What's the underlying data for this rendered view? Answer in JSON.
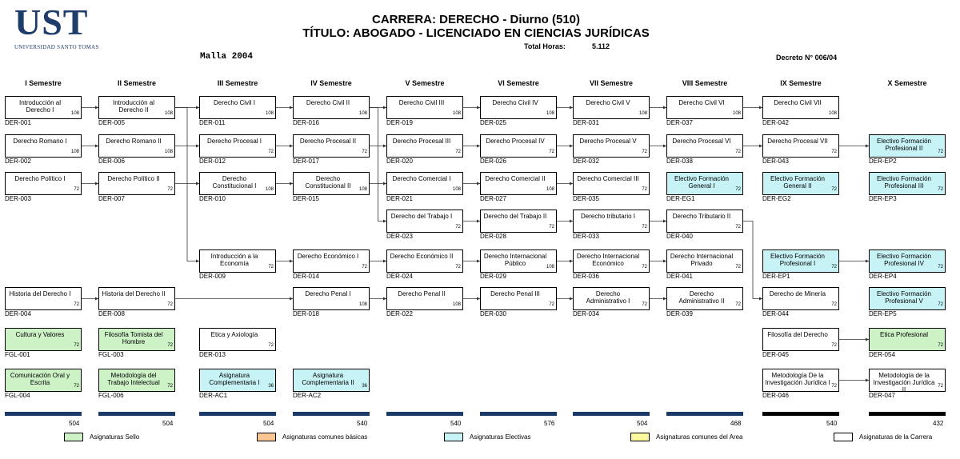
{
  "header": {
    "logo": "UST",
    "logo_sub": "UNIVERSIDAD SANTO TOMAS",
    "title": "CARRERA: DERECHO  - Diurno (510)",
    "subtitle": "TÍTULO: ABOGADO - LICENCIADO EN CIENCIAS JURÍDICAS",
    "total_hours_label": "Total Horas:",
    "total_hours_value": "5.112",
    "malla": "Malla  2004",
    "decreto": "Decreto N° 006/04"
  },
  "semesters": [
    "I Semestre",
    "II Semestre",
    "III Semestre",
    "IV Semestre",
    "V Semestre",
    "VI Semestre",
    "VII Semestre",
    "VIII Semestre",
    "IX Semestre",
    "X Semestre"
  ],
  "colors": {
    "sello": "#ccf2c6",
    "electiva": "#c8f3f6",
    "basicas": "#f9c592",
    "area": "#fbfa9e",
    "carrera": "#ffffff",
    "bar": "#1b3a67"
  },
  "courses": [
    {
      "name": "Introducción al Derecho I",
      "hours": "108",
      "code": "DER-001",
      "cat": "carrera",
      "col": 0,
      "row": 0
    },
    {
      "name": "Derecho Romano I",
      "hours": "108",
      "code": "DER-002",
      "cat": "carrera",
      "col": 0,
      "row": 1
    },
    {
      "name": "Derecho Político I",
      "hours": "72",
      "code": "DER-003",
      "cat": "carrera",
      "col": 0,
      "row": 2
    },
    {
      "name": "Historia del Derecho I",
      "hours": "72",
      "code": "DER-004",
      "cat": "carrera",
      "col": 0,
      "row": 5
    },
    {
      "name": "Cultura y Valores",
      "hours": "72",
      "code": "FGL-001",
      "cat": "sello",
      "col": 0,
      "row": 6
    },
    {
      "name": "Comunicación Oral y Escrita",
      "hours": "72",
      "code": "FGL-004",
      "cat": "sello",
      "col": 0,
      "row": 7
    },
    {
      "name": "Introducción al Derecho II",
      "hours": "108",
      "code": "DER-005",
      "cat": "carrera",
      "col": 1,
      "row": 0
    },
    {
      "name": "Derecho Romano II",
      "hours": "108",
      "code": "DER-006",
      "cat": "carrera",
      "col": 1,
      "row": 1
    },
    {
      "name": "Derecho Político II",
      "hours": "72",
      "code": "DER-007",
      "cat": "carrera",
      "col": 1,
      "row": 2
    },
    {
      "name": "Historia del Derecho II",
      "hours": "72",
      "code": "DER-008",
      "cat": "carrera",
      "col": 1,
      "row": 5
    },
    {
      "name": "Filosofía Tomista del Hombre",
      "hours": "72",
      "code": "FGL-003",
      "cat": "sello",
      "col": 1,
      "row": 6
    },
    {
      "name": "Metodología del Trabajo Intelectual",
      "hours": "72",
      "code": "FGL-006",
      "cat": "sello",
      "col": 1,
      "row": 7
    },
    {
      "name": "Derecho Civil I",
      "hours": "108",
      "code": "DER-011",
      "cat": "carrera",
      "col": 2,
      "row": 0
    },
    {
      "name": "Derecho Procesal I",
      "hours": "72",
      "code": "DER-012",
      "cat": "carrera",
      "col": 2,
      "row": 1
    },
    {
      "name": "Derecho Constitucional I",
      "hours": "108",
      "code": "DER-010",
      "cat": "carrera",
      "col": 2,
      "row": 2
    },
    {
      "name": "Introducción a la Economía",
      "hours": "72",
      "code": "DER-009",
      "cat": "carrera",
      "col": 2,
      "row": 4
    },
    {
      "name": "Etica y Axiología",
      "hours": "72",
      "code": "DER-013",
      "cat": "carrera",
      "col": 2,
      "row": 6
    },
    {
      "name": "Asignatura Complementaria I",
      "hours": "36",
      "code": "DER-AC1",
      "cat": "electiva",
      "col": 2,
      "row": 7
    },
    {
      "name": "Derecho Civil II",
      "hours": "108",
      "code": "DER-016",
      "cat": "carrera",
      "col": 3,
      "row": 0
    },
    {
      "name": "Derecho Procesal II",
      "hours": "72",
      "code": "DER-017",
      "cat": "carrera",
      "col": 3,
      "row": 1
    },
    {
      "name": "Derecho Constitucional II",
      "hours": "108",
      "code": "DER-015",
      "cat": "carrera",
      "col": 3,
      "row": 2
    },
    {
      "name": "Derecho Económico I",
      "hours": "72",
      "code": "DER-014",
      "cat": "carrera",
      "col": 3,
      "row": 4
    },
    {
      "name": "Derecho Penal I",
      "hours": "108",
      "code": "DER-018",
      "cat": "carrera",
      "col": 3,
      "row": 5
    },
    {
      "name": "Asignatura Complementaria II",
      "hours": "36",
      "code": "DER-AC2",
      "cat": "electiva",
      "col": 3,
      "row": 7
    },
    {
      "name": "Derecho Civil III",
      "hours": "108",
      "code": "DER-019",
      "cat": "carrera",
      "col": 4,
      "row": 0
    },
    {
      "name": "Derecho Procesal III",
      "hours": "72",
      "code": "DER-020",
      "cat": "carrera",
      "col": 4,
      "row": 1
    },
    {
      "name": "Derecho Comercial I",
      "hours": "108",
      "code": "DER-021",
      "cat": "carrera",
      "col": 4,
      "row": 2
    },
    {
      "name": "Derecho del Trabajo I",
      "hours": "72",
      "code": "DER-023",
      "cat": "carrera",
      "col": 4,
      "row": 3
    },
    {
      "name": "Derecho Económico II",
      "hours": "72",
      "code": "DER-024",
      "cat": "carrera",
      "col": 4,
      "row": 4
    },
    {
      "name": "Derecho Penal II",
      "hours": "108",
      "code": "DER-022",
      "cat": "carrera",
      "col": 4,
      "row": 5
    },
    {
      "name": "Derecho Civil IV",
      "hours": "108",
      "code": "DER-025",
      "cat": "carrera",
      "col": 5,
      "row": 0
    },
    {
      "name": "Derecho Procesal IV",
      "hours": "72",
      "code": "DER-026",
      "cat": "carrera",
      "col": 5,
      "row": 1
    },
    {
      "name": "Derecho Comercial II",
      "hours": "108",
      "code": "DER-027",
      "cat": "carrera",
      "col": 5,
      "row": 2
    },
    {
      "name": "Derecho del Trabajo II",
      "hours": "72",
      "code": "DER-028",
      "cat": "carrera",
      "col": 5,
      "row": 3
    },
    {
      "name": "Derecho Internacional Público",
      "hours": "108",
      "code": "DER-029",
      "cat": "carrera",
      "col": 5,
      "row": 4
    },
    {
      "name": "Derecho Penal III",
      "hours": "72",
      "code": "DER-030",
      "cat": "carrera",
      "col": 5,
      "row": 5
    },
    {
      "name": "Derecho Civil V",
      "hours": "108",
      "code": "DER-031",
      "cat": "carrera",
      "col": 6,
      "row": 0
    },
    {
      "name": "Derecho Procesal V",
      "hours": "72",
      "code": "DER-032",
      "cat": "carrera",
      "col": 6,
      "row": 1
    },
    {
      "name": "Derecho Comercial III",
      "hours": "72",
      "code": "DER-035",
      "cat": "carrera",
      "col": 6,
      "row": 2
    },
    {
      "name": "Derecho tributario I",
      "hours": "72",
      "code": "DER-033",
      "cat": "carrera",
      "col": 6,
      "row": 3
    },
    {
      "name": "Derecho Internacional Económico",
      "hours": "72",
      "code": "DER-036",
      "cat": "carrera",
      "col": 6,
      "row": 4
    },
    {
      "name": "Derecho Administrativo I",
      "hours": "72",
      "code": "DER-034",
      "cat": "carrera",
      "col": 6,
      "row": 5
    },
    {
      "name": "Derecho Civil VI",
      "hours": "108",
      "code": "DER-037",
      "cat": "carrera",
      "col": 7,
      "row": 0
    },
    {
      "name": "Derecho Procesal VI",
      "hours": "72",
      "code": "DER-038",
      "cat": "carrera",
      "col": 7,
      "row": 1
    },
    {
      "name": "Electivo Formación General I",
      "hours": "72",
      "code": "DER-EG1",
      "cat": "electiva",
      "col": 7,
      "row": 2
    },
    {
      "name": "Derecho Tributario II",
      "hours": "72",
      "code": "DER-040",
      "cat": "carrera",
      "col": 7,
      "row": 3
    },
    {
      "name": "Derecho Internacional Privado",
      "hours": "72",
      "code": "DER-041",
      "cat": "carrera",
      "col": 7,
      "row": 4
    },
    {
      "name": "Derecho Administrativo II",
      "hours": "72",
      "code": "DER-039",
      "cat": "carrera",
      "col": 7,
      "row": 5
    },
    {
      "name": "Derecho Civil VII",
      "hours": "108",
      "code": "DER-042",
      "cat": "carrera",
      "col": 8,
      "row": 0
    },
    {
      "name": "Derecho Procesal VII",
      "hours": "72",
      "code": "DER-043",
      "cat": "carrera",
      "col": 8,
      "row": 1
    },
    {
      "name": "Electivo Formación General II",
      "hours": "72",
      "code": "DER-EG2",
      "cat": "electiva",
      "col": 8,
      "row": 2
    },
    {
      "name": "Electivo Formación Profesional I",
      "hours": "72",
      "code": "DER-EP1",
      "cat": "electiva",
      "col": 8,
      "row": 4
    },
    {
      "name": "Derecho de Minería",
      "hours": "72",
      "code": "DER-044",
      "cat": "carrera",
      "col": 8,
      "row": 5
    },
    {
      "name": "Filosofía del Derecho",
      "hours": "72",
      "code": "DER-045",
      "cat": "carrera",
      "col": 8,
      "row": 6
    },
    {
      "name": "Metodología De la Investigación Jurídica I",
      "hours": "72",
      "code": "DER-046",
      "cat": "carrera",
      "col": 8,
      "row": 7
    },
    {
      "name": "Electivo Formación Profesional II",
      "hours": "72",
      "code": "DER-EP2",
      "cat": "electiva",
      "col": 9,
      "row": 1
    },
    {
      "name": "Electivo Formación Profesional III",
      "hours": "72",
      "code": "DER-EP3",
      "cat": "electiva",
      "col": 9,
      "row": 2
    },
    {
      "name": "Electivo Formación Profesional IV",
      "hours": "72",
      "code": "DER-EP4",
      "cat": "electiva",
      "col": 9,
      "row": 4
    },
    {
      "name": "Electivo Formación Profesional V",
      "hours": "72",
      "code": "DER-EP5",
      "cat": "electiva",
      "col": 9,
      "row": 5
    },
    {
      "name": "Etica Profesional",
      "hours": "72",
      "code": "DER-054",
      "cat": "sello",
      "col": 9,
      "row": 6
    },
    {
      "name": "Metodología de la Investigación Jurídica II",
      "hours": "72",
      "code": "DER-047",
      "cat": "carrera",
      "col": 9,
      "row": 7
    }
  ],
  "totals": [
    "504",
    "504",
    "504",
    "540",
    "540",
    "576",
    "504",
    "468",
    "540",
    "432"
  ],
  "legend": [
    {
      "label": "Asignaturas Sello",
      "color": "#ccf2c6"
    },
    {
      "label": "Asignaturas comunes básicas",
      "color": "#f9c592"
    },
    {
      "label": "Asignaturas Electivas",
      "color": "#c8f3f6"
    },
    {
      "label": "Asignaturas comunes del Area",
      "color": "#fbfa9e"
    },
    {
      "label": "Asignaturas de la Carrera",
      "color": "#ffffff"
    }
  ]
}
